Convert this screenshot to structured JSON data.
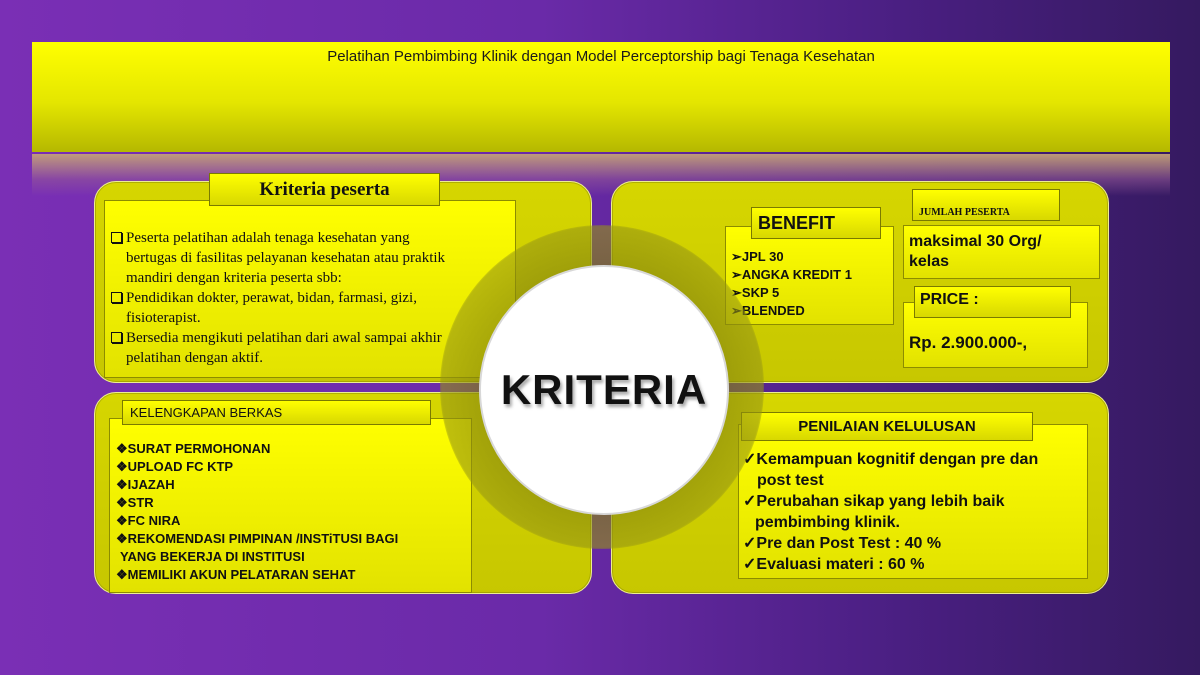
{
  "banner": {
    "title": "Pelatihan Pembimbing Klinik dengan Model Perceptorship bagi Tenaga Kesehatan"
  },
  "center": {
    "label": "KRITERIA"
  },
  "kriteria_peserta": {
    "heading": "Kriteria peserta",
    "items": [
      {
        "lines": [
          "Peserta pelatihan adalah tenaga kesehatan yang",
          "bertugas di fasilitas pelayanan kesehatan atau praktik",
          "mandiri dengan kriteria peserta sbb:"
        ]
      },
      {
        "lines": [
          "Pendidikan dokter, perawat, bidan, farmasi, gizi,",
          "fisioterapist."
        ]
      },
      {
        "lines": [
          "Bersedia mengikuti pelatihan dari awal sampai akhir",
          "pelatihan dengan aktif."
        ]
      }
    ]
  },
  "benefit": {
    "heading": "BENEFIT",
    "items": [
      "JPL 30",
      "ANGKA KREDIT 1",
      "SKP 5",
      "BLENDED"
    ]
  },
  "jumlah_peserta": {
    "heading": "JUMLAH PESERTA",
    "value_lines": [
      "maksimal  30 Org/",
      "kelas"
    ]
  },
  "price": {
    "heading": "PRICE :",
    "value": "Rp. 2.900.000-,"
  },
  "kelengkapan": {
    "heading": "KELENGKAPAN BERKAS",
    "items": [
      {
        "lines": [
          "SURAT PERMOHONAN"
        ]
      },
      {
        "lines": [
          "UPLOAD FC KTP"
        ]
      },
      {
        "lines": [
          "IJAZAH"
        ]
      },
      {
        "lines": [
          "STR"
        ]
      },
      {
        "lines": [
          "FC NIRA"
        ]
      },
      {
        "lines": [
          "REKOMENDASI PIMPINAN /INSTiTUSI BAGI",
          " YANG BEKERJA DI INSTITUSI"
        ]
      },
      {
        "lines": [
          "MEMILIKI AKUN PELATARAN SEHAT"
        ]
      }
    ]
  },
  "penilaian": {
    "heading": "PENILAIAN KELULUSAN",
    "items": [
      {
        "lines": [
          "Kemampuan kognitif dengan pre dan",
          "post test"
        ]
      },
      {
        "lines": [
          "Perubahan sikap yang lebih baik",
          "pembimbing klinik."
        ]
      },
      {
        "lines": [
          "Pre dan Post Test : 40 %"
        ]
      },
      {
        "lines": [
          "Evaluasi materi : 60 %"
        ]
      }
    ]
  },
  "bullets": {
    "box": "❑",
    "arrow": "➢",
    "diamond": "❖",
    "check": "✓"
  },
  "colors": {
    "background": "#6a2aa8",
    "panel": "#d6d600",
    "box": "#ffff00"
  }
}
